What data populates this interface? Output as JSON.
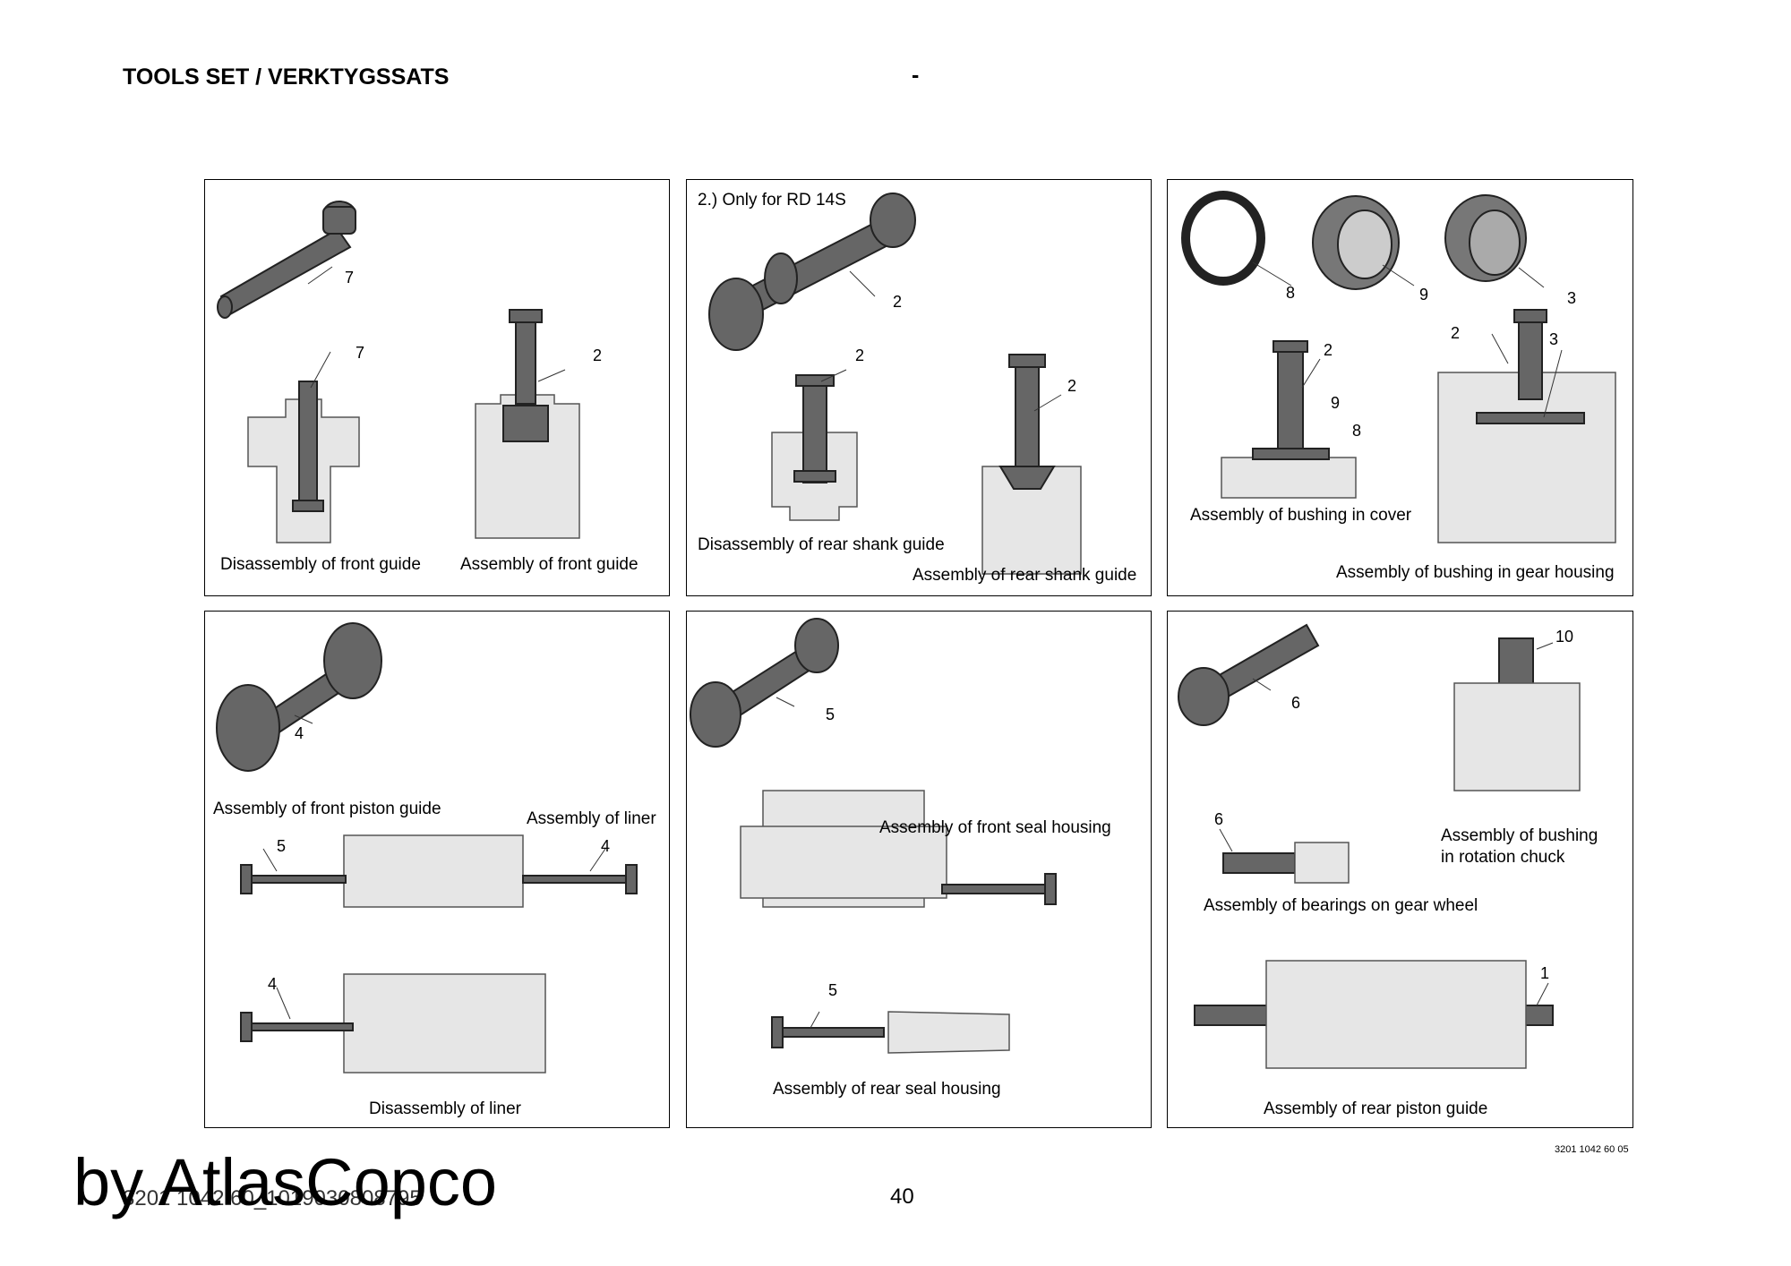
{
  "header": {
    "title": "TOOLS SET / VERKTYGSSATS",
    "dash": "-"
  },
  "panels": [
    {
      "captions": [
        "Disassembly of front guide",
        "Assembly of front guide"
      ],
      "labels": [
        "7",
        "7",
        "2"
      ]
    },
    {
      "note": "2.) Only for RD 14S",
      "captions": [
        "Disassembly of rear shank guide",
        "Assembly of rear shank guide"
      ],
      "labels": [
        "2",
        "2",
        "2"
      ]
    },
    {
      "captions": [
        "Assembly of bushing in cover",
        "Assembly of bushing in gear housing"
      ],
      "labels": [
        "8",
        "9",
        "3",
        "2",
        "9",
        "8",
        "2",
        "3"
      ]
    },
    {
      "captions": [
        "Assembly of front piston guide",
        "Assembly of liner",
        "Disassembly of liner"
      ],
      "labels": [
        "4",
        "5",
        "4",
        "4"
      ]
    },
    {
      "captions": [
        "Assembly of front seal housing",
        "Assembly of rear seal housing"
      ],
      "labels": [
        "5",
        "5"
      ]
    },
    {
      "captions": [
        "Assembly of bushing",
        "in rotation chuck",
        "Assembly of bearings on gear wheel",
        "Assembly of rear piston guide"
      ],
      "labels": [
        "6",
        "10",
        "6",
        "1"
      ]
    }
  ],
  "figure_code": "3201 1042 60 05",
  "footer": {
    "doc_id": "3201 1042 60_1019030808795",
    "page": "40",
    "watermark": "by AtlasCopco"
  }
}
